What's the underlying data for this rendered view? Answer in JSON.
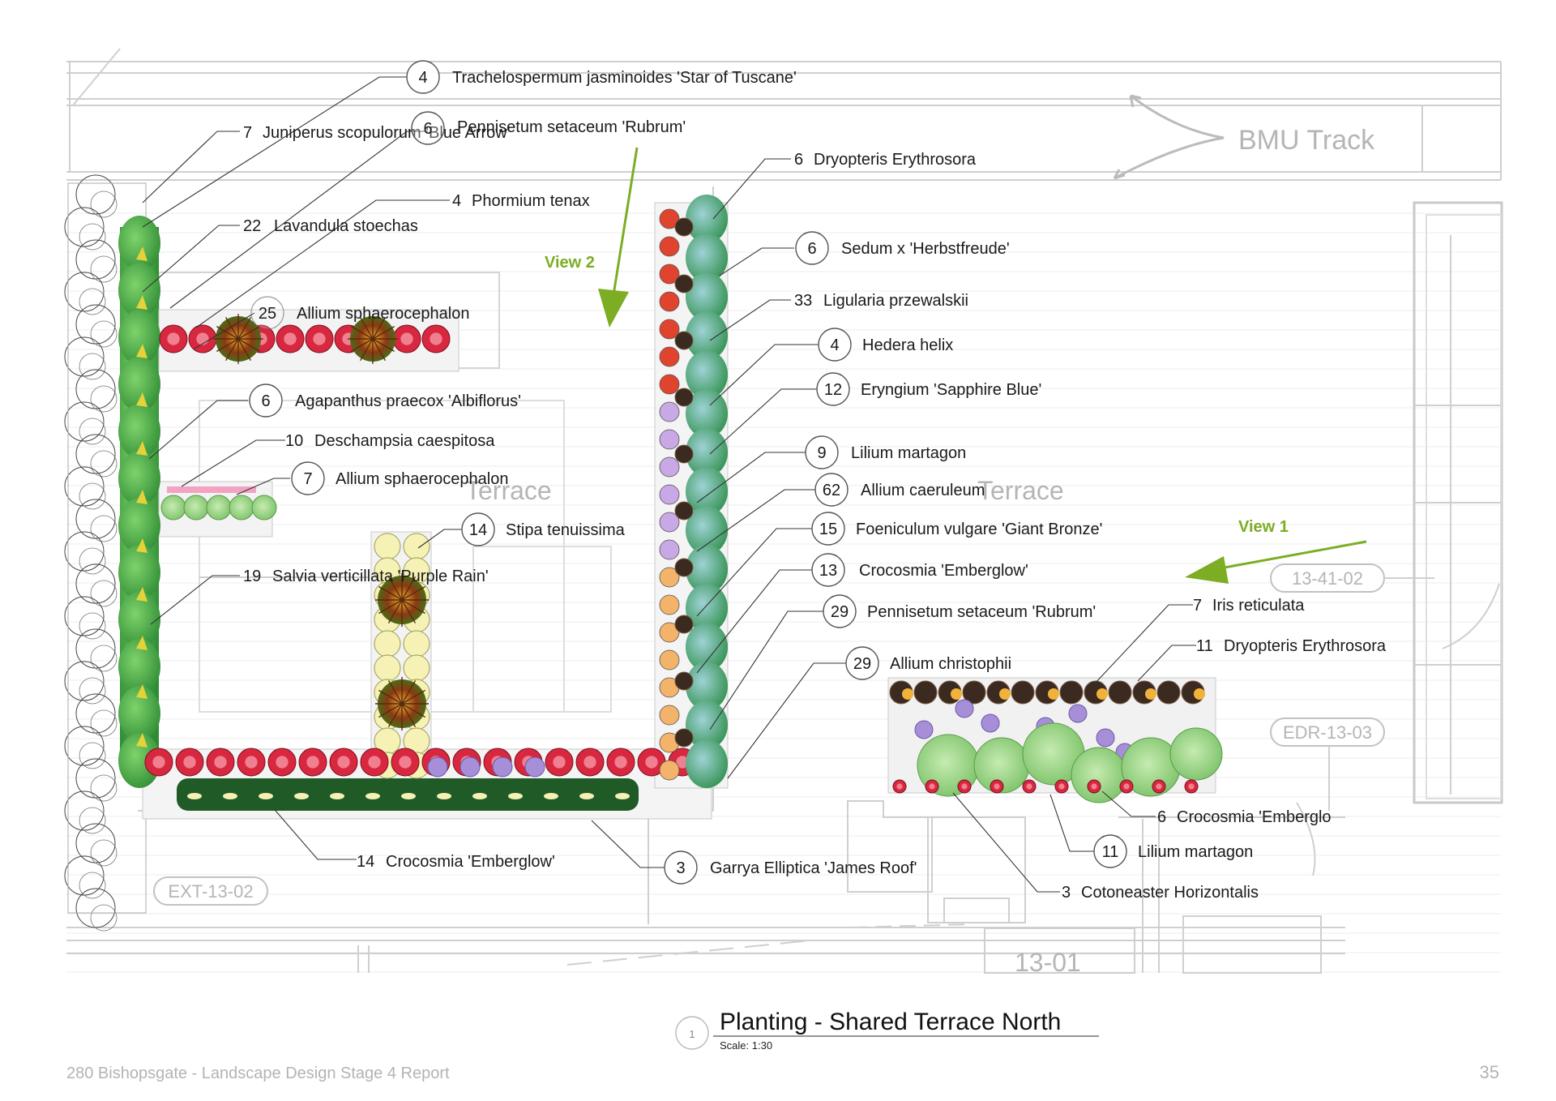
{
  "labels": {
    "l01": {
      "count": "4",
      "name": "Trachelospermum jasminoides 'Star of Tuscane'"
    },
    "l02": {
      "count": "7",
      "name": "Juniperus scopulorum 'Blue Arrow'"
    },
    "l03": {
      "count": "6",
      "name": "Pennisetum setaceum 'Rubrum'"
    },
    "l04": {
      "count": "4",
      "name": "Phormium tenax"
    },
    "l05": {
      "count": "22",
      "name": "Lavandula stoechas"
    },
    "l06": {
      "count": "25",
      "name": "Allium sphaerocephalon"
    },
    "l07": {
      "count": "6",
      "name": "Agapanthus praecox 'Albiflorus'"
    },
    "l08": {
      "count": "10",
      "name": "Deschampsia caespitosa"
    },
    "l09": {
      "count": "7",
      "name": "Allium sphaerocephalon"
    },
    "l10": {
      "count": "14",
      "name": "Stipa tenuissima"
    },
    "l11": {
      "count": "19",
      "name": "Salvia verticillata 'Purple Rain'"
    },
    "l12": {
      "count": "14",
      "name": "Crocosmia 'Emberglow'"
    },
    "l13": {
      "count": "3",
      "name": "Garrya Elliptica 'James Roof'"
    },
    "r01": {
      "count": "6",
      "name": "Dryopteris Erythrosora"
    },
    "r02": {
      "count": "6",
      "name": "Sedum x 'Herbstfreude'"
    },
    "r03": {
      "count": "33",
      "name": "Ligularia przewalskii"
    },
    "r04": {
      "count": "4",
      "name": "Hedera helix"
    },
    "r05": {
      "count": "12",
      "name": "Eryngium 'Sapphire Blue'"
    },
    "r06": {
      "count": "9",
      "name": "Lilium martagon"
    },
    "r07": {
      "count": "62",
      "name": "Allium caeruleum"
    },
    "r08": {
      "count": "15",
      "name": "Foeniculum vulgare 'Giant Bronze'"
    },
    "r09": {
      "count": "13",
      "name": "Crocosmia 'Emberglow'"
    },
    "r10": {
      "count": "29",
      "name": "Pennisetum setaceum 'Rubrum'"
    },
    "r11": {
      "count": "29",
      "name": "Allium christophii"
    },
    "r12": {
      "count": "7",
      "name": "Iris reticulata"
    },
    "r13": {
      "count": "11",
      "name": "Dryopteris Erythrosora"
    },
    "r14": {
      "count": "6",
      "name": "Crocosmia 'Emberglo"
    },
    "r15": {
      "count": "11",
      "name": "Lilium martagon"
    },
    "r16": {
      "count": "3",
      "name": "Cotoneaster Horizontalis"
    }
  },
  "plan": {
    "bmu_track": "BMU Track",
    "terrace_left": "Terrace",
    "terrace_right": "Terrace",
    "view1": "View 1",
    "view2": "View 2",
    "tag_ext": "EXT-13-02",
    "tag_1341": "13-41-02",
    "tag_edr": "EDR-13-03",
    "room_1301": "13-01"
  },
  "titleblock": {
    "number": "1",
    "title": "Planting - Shared Terrace North",
    "scale": "Scale: 1:30"
  },
  "footer": {
    "report": "280 Bishopsgate - Landscape Design Stage 4 Report",
    "page": "35"
  },
  "colors": {
    "view_arrow": "#7cad23",
    "hedge_green": "#3f9a3a",
    "dark_green": "#1f5a27",
    "red_flower": "#d8283f",
    "light_green": "#9fd38a",
    "lavender": "#a68fd8"
  }
}
